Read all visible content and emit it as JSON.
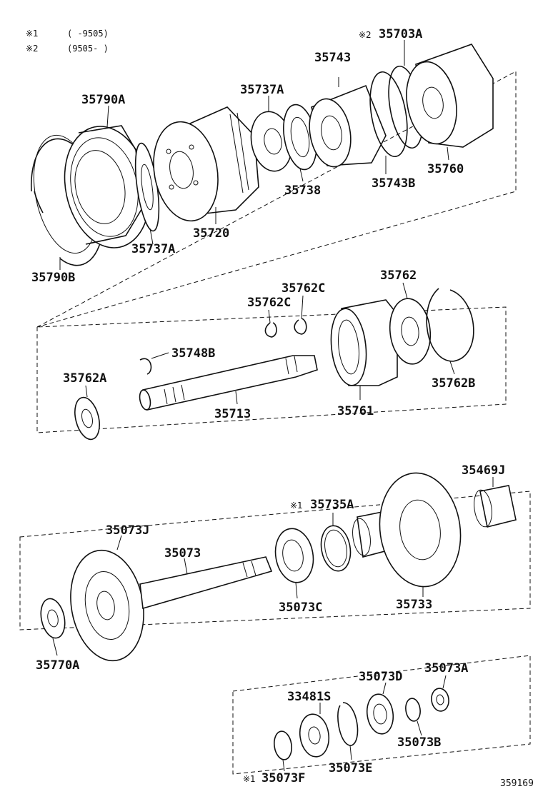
{
  "notes": [
    {
      "symbol": "※1",
      "text": "(      -9505)"
    },
    {
      "symbol": "※2",
      "text": "(9505-      )"
    }
  ],
  "labels": {
    "l35790A": "35790A",
    "l35790B": "35790B",
    "l35737A_top": "35737A",
    "l35737A_low": "35737A",
    "l35720": "35720",
    "l35738": "35738",
    "l35743": "35743",
    "l35743B": "35743B",
    "l35703A": "35703A",
    "l35760": "35760",
    "l35762C_a": "35762C",
    "l35762C_b": "35762C",
    "l35762": "35762",
    "l35748B": "35748B",
    "l35762A": "35762A",
    "l35713": "35713",
    "l35761": "35761",
    "l35762B": "35762B",
    "l35469J": "35469J",
    "l35735A": "35735A",
    "l35073J": "35073J",
    "l35073": "35073",
    "l35073C": "35073C",
    "l35733": "35733",
    "l35770A": "35770A",
    "l35073D": "35073D",
    "l35073A": "35073A",
    "l33481S": "33481S",
    "l35073B": "35073B",
    "l35073E": "35073E",
    "l35073F": "35073F"
  },
  "marks": {
    "m35703A": "※2",
    "m35735A": "※1",
    "m35073F": "※1"
  },
  "diagram_code": "359169"
}
